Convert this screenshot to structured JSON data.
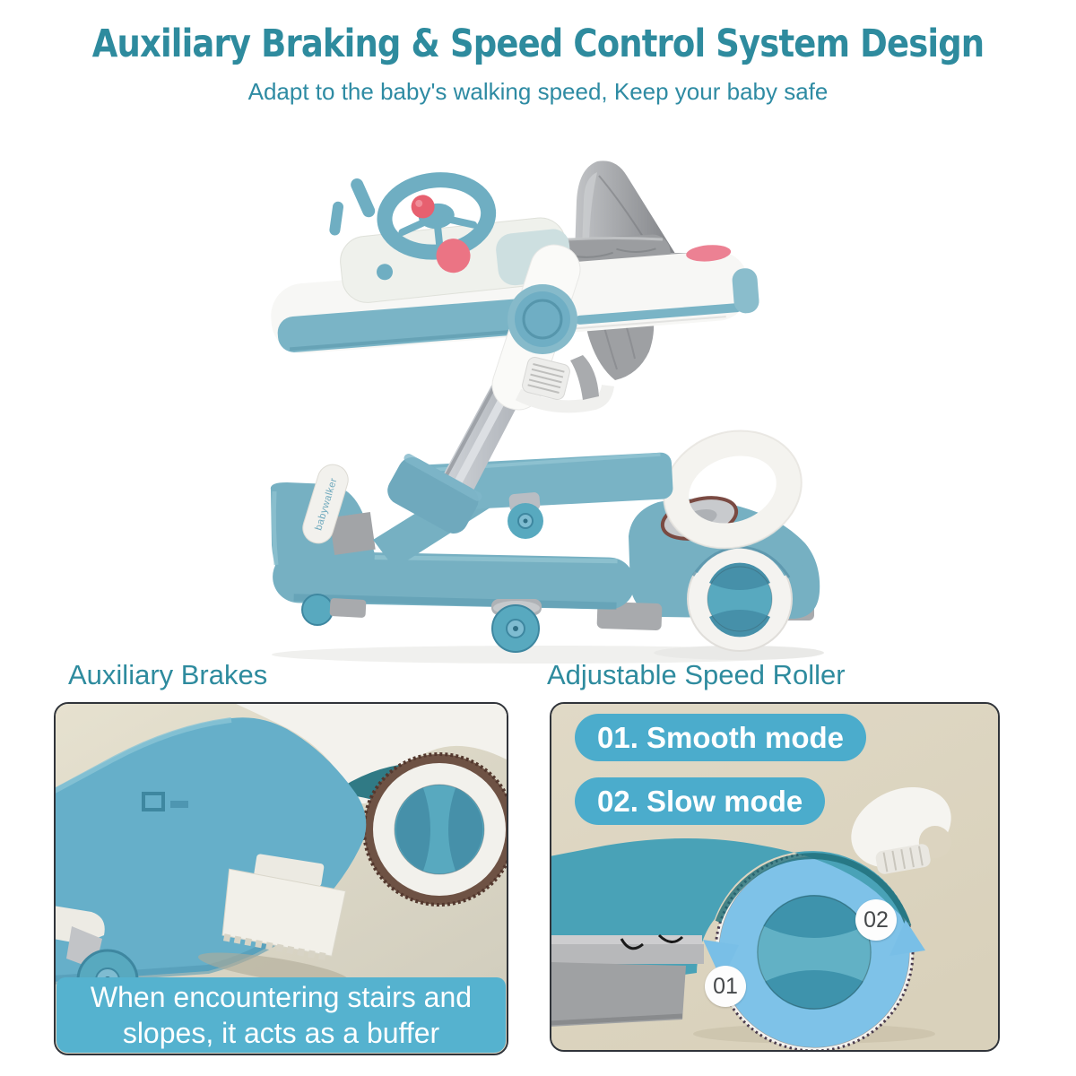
{
  "header": {
    "title": "Auxiliary Braking & Speed Control System Design",
    "subtitle": "Adapt to the baby's walking speed, Keep your baby safe"
  },
  "hero": {
    "logo_text": "babywalker"
  },
  "brakes": {
    "title": "Auxiliary Brakes",
    "caption_line1": "When encountering stairs and",
    "caption_line2": "slopes, it acts as a buffer"
  },
  "roller": {
    "title": "Adjustable Speed Roller",
    "mode1_label": "01. Smooth mode",
    "mode2_label": "02. Slow mode",
    "badge1_label": "01",
    "badge2_label": "02"
  },
  "colors": {
    "accent_teal": "#2E8B9E",
    "pill_blue": "#4BACCC",
    "caption_blue": "#55B2CF",
    "walker_blue": "#76B0C2",
    "roller_body_teal": "#49A2B7",
    "arrow_blue": "#7EC2E8",
    "beige": "#DCD4C0"
  }
}
